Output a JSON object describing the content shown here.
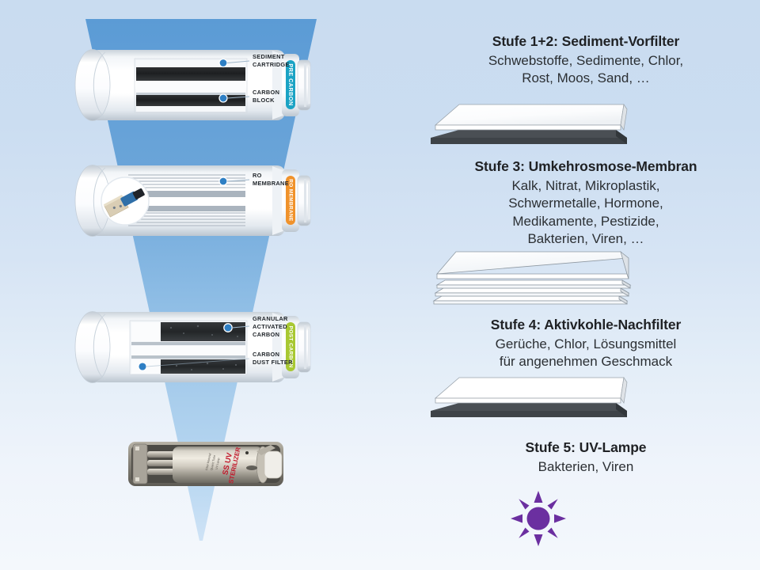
{
  "diagram": {
    "title_semantic": "reverse-osmosis-5-stage-water-filter-diagram",
    "background": {
      "top_color": "#c9dcf0",
      "bottom_color": "#f4f8fc",
      "cone_color": "#5b9bd5",
      "cone_color_light": "#9cc3e8"
    }
  },
  "stages": [
    {
      "id": "stage-1-2",
      "title": "Stufe 1+2: Sediment-Vorfilter",
      "lines": [
        "Schwebstoffe, Sedimente, Chlor,",
        "Rost, Moos, Sand, …"
      ],
      "graphic": "single-sheet-pair"
    },
    {
      "id": "stage-3",
      "title": "Stufe 3: Umkehrosmose-Membran",
      "lines": [
        "Kalk, Nitrat, Mikroplastik,",
        "Schwermetalle, Hormone,",
        "Medikamente, Pestizide,",
        "Bakterien, Viren, …"
      ],
      "graphic": "membrane-stack"
    },
    {
      "id": "stage-4",
      "title": "Stufe 4: Aktivkohle-Nachfilter",
      "lines": [
        "Gerüche, Chlor, Lösungsmittel",
        "für angenehmen Geschmack"
      ],
      "graphic": "single-sheet-pair"
    },
    {
      "id": "stage-5",
      "title": "Stufe 5: UV-Lampe",
      "lines": [
        "Bakterien, Viren"
      ],
      "graphic": "uv-sun-icon"
    }
  ],
  "cartridges": [
    {
      "id": "cartridge-pre-carbon",
      "band_label": "PRE CARBON",
      "band_color": "#1ba3c4",
      "callouts": [
        {
          "line1": "SEDIMENT",
          "line2": "CARTRIDGE"
        },
        {
          "line1": "CARBON",
          "line2": "BLOCK"
        }
      ]
    },
    {
      "id": "cartridge-ro-membrane",
      "band_label": "RO MEMBRANE",
      "band_color": "#f0922b",
      "callouts": [
        {
          "line1": "RO",
          "line2": "MEMBRANE"
        }
      ]
    },
    {
      "id": "cartridge-post-carbon",
      "band_label": "POST CARBON",
      "band_color": "#a8c832",
      "callouts": [
        {
          "line1": "GRANULAR",
          "line2": "ACTIVATED",
          "line3": "CARBON"
        },
        {
          "line1": "CARBON",
          "line2": "DUST FILTER"
        }
      ]
    }
  ],
  "uv_lamp": {
    "id": "uv-sterilizer-unit",
    "label_line1": "SS UV",
    "label_line2": "STERILIZER",
    "label_color": "#c2182b",
    "side_text": [
      "Filter Material",
      "Quartz Tube",
      "UV Lamp"
    ],
    "sun_icon_color": "#6b2fa0"
  }
}
